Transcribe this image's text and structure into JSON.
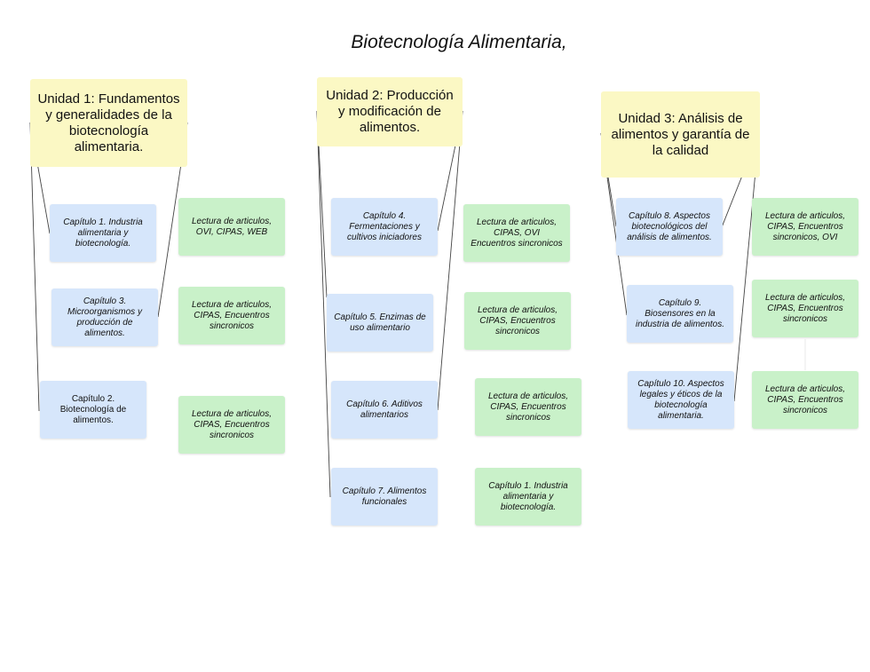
{
  "title": "Biotecnología Alimentaria,",
  "units": [
    "Unidad 1: Fundamentos y generalidades de la biotecnología alimentaria.",
    "Unidad 2: Producción y modificación de alimentos.",
    "Unidad 3: Análisis de alimentos y garantía de la calidad"
  ],
  "chapters": [
    "Capítulo 1. Industria alimentaria y biotecnología.",
    "Capítulo 3. Microorganismos y producción de alimentos.",
    "Capítulo 2. Biotecnología de alimentos.",
    "Capítulo 4. Fermentaciones y cultivos iniciadores",
    "Capítulo 5. Enzimas de uso alimentario",
    "Capítulo 6. Aditivos alimentarios",
    "Capítulo 7. Alimentos funcionales",
    "Capítulo 8. Aspectos biotecnológicos del análisis de alimentos.",
    "Capítulo 9. Biosensores en la industria de alimentos.",
    "Capítulo 10. Aspectos legales y éticos de la biotecnología alimentaria."
  ],
  "activities": [
    "Lectura de articulos, OVI, CIPAS, WEB",
    "Lectura de articulos, CIPAS, Encuentros sincronicos",
    "Lectura de articulos, CIPAS, Encuentros sincronicos",
    "Lectura de articulos, CIPAS, OVI Encuentros sincronicos",
    "Lectura de articulos, CIPAS, Encuentros sincronicos",
    "Lectura de articulos, CIPAS, Encuentros sincronicos",
    "Capítulo 1. Industria alimentaria y biotecnología.",
    "Lectura de articulos, CIPAS, Encuentros sincronicos, OVI",
    "Lectura de articulos, CIPAS, Encuentros sincronicos",
    "Lectura de articulos, CIPAS, Encuentros sincronicos"
  ]
}
